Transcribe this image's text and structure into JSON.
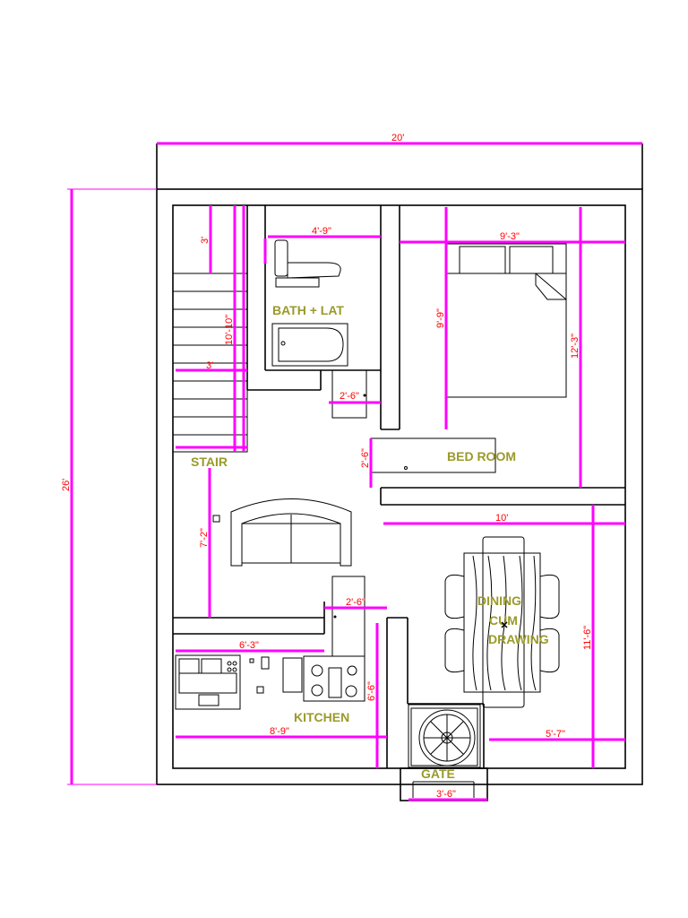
{
  "colors": {
    "dimension_line": "#ff00ff",
    "dimension_text": "#ff0000",
    "room_label": "#9a9a2a",
    "walls": "#000000"
  },
  "rooms": {
    "bath": "BATH + LAT",
    "stair": "STAIR",
    "bedroom": "BED ROOM",
    "dining_1": "DINING",
    "dining_2": "CUM",
    "dining_3": "DRAWING",
    "kitchen": "KITCHEN",
    "gate": "GATE"
  },
  "dimensions": {
    "overall_width": "20'",
    "overall_depth": "26'",
    "stair_top": "3'",
    "stair_width": "3'",
    "stair_length": "10'-10\"",
    "bath_width": "4'-9\"",
    "bath_door": "2'-6\"",
    "bed_width": "9'-3\"",
    "bed_depth": "9'-9\"",
    "bedroom_depth": "12'-3\"",
    "wardrobe": "2'-6\"",
    "dining_width": "10'",
    "dining_depth": "11'-6\"",
    "living_depth": "7'-2\"",
    "kitchen_door": "2'-6\"",
    "kitchen_counter": "6'-3\"",
    "kitchen_depth": "6'-6\"",
    "kitchen_width": "8'-9\"",
    "right_side": "5'-7\"",
    "gate_width": "3'-6\""
  }
}
